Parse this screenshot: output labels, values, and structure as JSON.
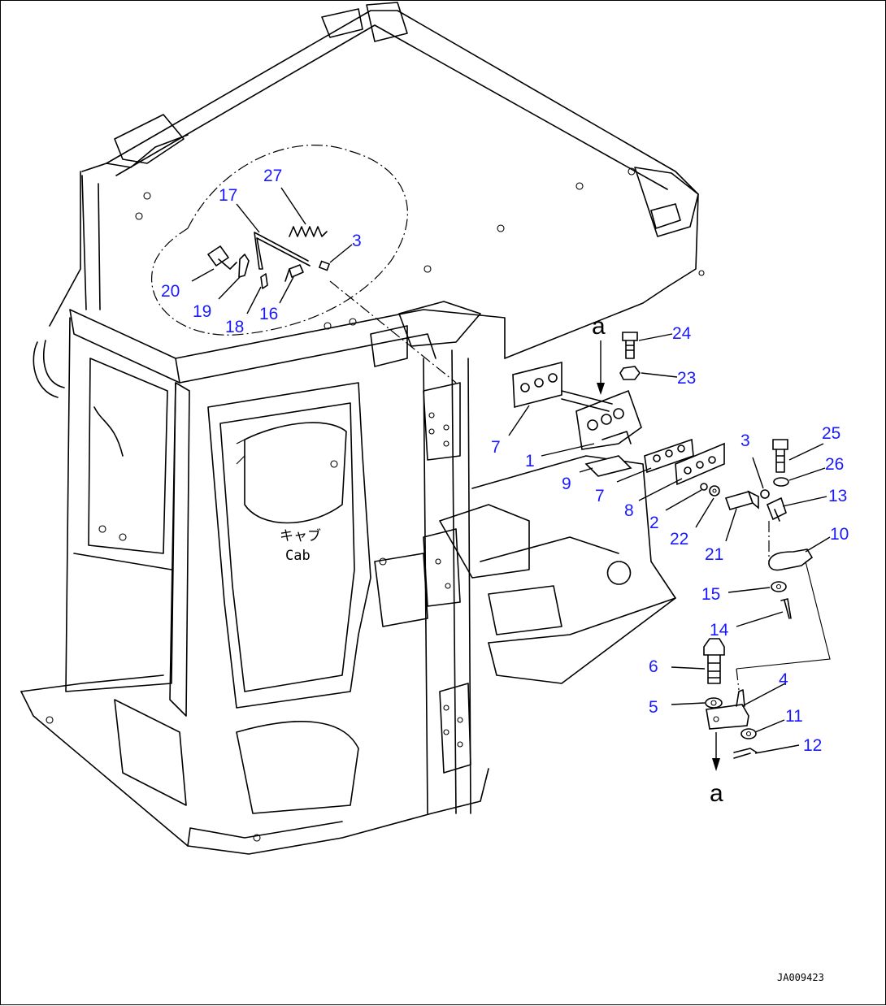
{
  "diagram": {
    "cab_label_jp": "キャブ",
    "cab_label_en": "Cab",
    "reference_letter": "a",
    "drawing_code": "JA009423"
  },
  "callouts": [
    {
      "id": "c27",
      "label": "27"
    },
    {
      "id": "c17",
      "label": "17"
    },
    {
      "id": "c3a",
      "label": "3"
    },
    {
      "id": "c20",
      "label": "20"
    },
    {
      "id": "c19",
      "label": "19"
    },
    {
      "id": "c18",
      "label": "18"
    },
    {
      "id": "c16",
      "label": "16"
    },
    {
      "id": "c24",
      "label": "24"
    },
    {
      "id": "c23",
      "label": "23"
    },
    {
      "id": "c7a",
      "label": "7"
    },
    {
      "id": "c1",
      "label": "1"
    },
    {
      "id": "c9",
      "label": "9"
    },
    {
      "id": "c7b",
      "label": "7"
    },
    {
      "id": "c8",
      "label": "8"
    },
    {
      "id": "c2",
      "label": "2"
    },
    {
      "id": "c22",
      "label": "22"
    },
    {
      "id": "c21",
      "label": "21"
    },
    {
      "id": "c3b",
      "label": "3"
    },
    {
      "id": "c25",
      "label": "25"
    },
    {
      "id": "c26",
      "label": "26"
    },
    {
      "id": "c13",
      "label": "13"
    },
    {
      "id": "c10",
      "label": "10"
    },
    {
      "id": "c15",
      "label": "15"
    },
    {
      "id": "c14",
      "label": "14"
    },
    {
      "id": "c6",
      "label": "6"
    },
    {
      "id": "c4",
      "label": "4"
    },
    {
      "id": "c5",
      "label": "5"
    },
    {
      "id": "c11",
      "label": "11"
    },
    {
      "id": "c12",
      "label": "12"
    }
  ]
}
